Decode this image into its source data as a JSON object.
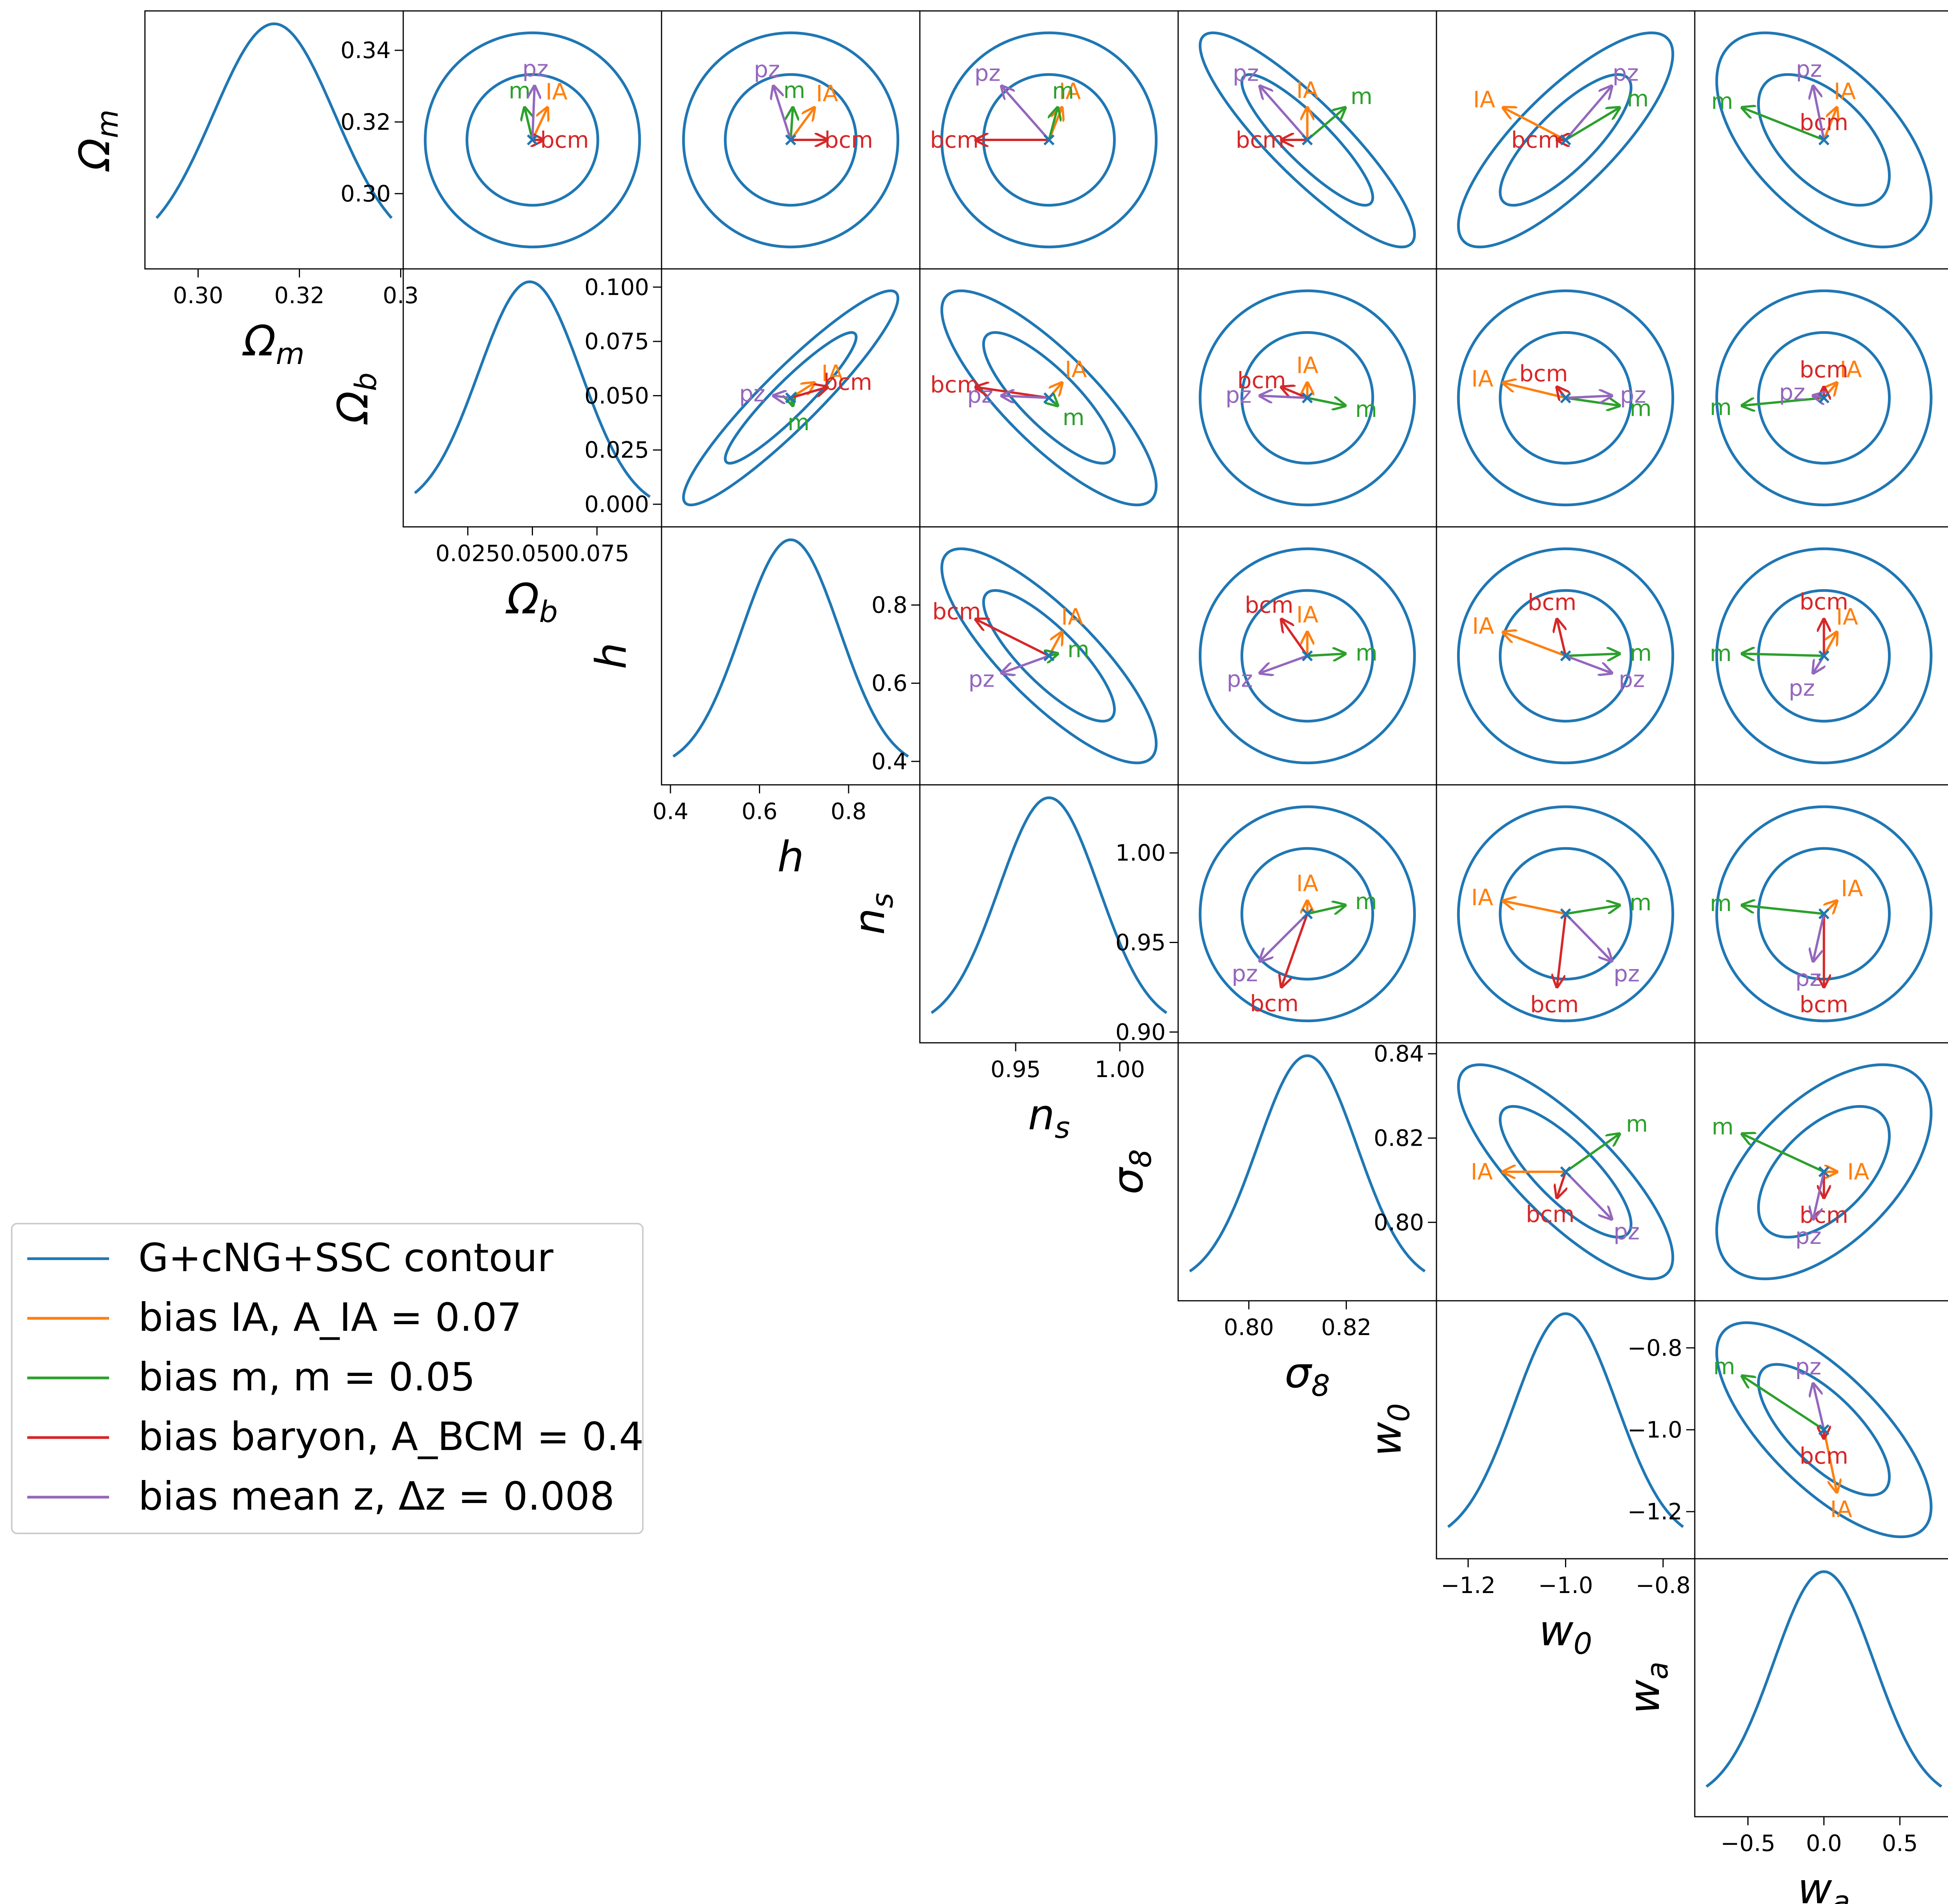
{
  "chart_data": {
    "type": "corner",
    "params": [
      {
        "name": "Ωm",
        "sub": "m",
        "base": "Ω",
        "mean": 0.315,
        "sigma": 0.012,
        "xlim": [
          0.2895,
          0.3405
        ],
        "ticks": [
          0.3,
          0.32,
          0.34
        ],
        "tick_labels": [
          "0.30",
          "0.32",
          "0.3"
        ],
        "ytick_labels": [
          "0.30",
          "0.32",
          "0.34"
        ]
      },
      {
        "name": "Ωb",
        "sub": "b",
        "base": "Ω",
        "mean": 0.049,
        "sigma": 0.0198,
        "xlim": [
          0.0,
          0.1
        ],
        "ticks": [
          0.025,
          0.05,
          0.075
        ],
        "tick_labels": [
          "0.025",
          "0.050",
          "0.075"
        ],
        "ytick_labels": [
          "0.000",
          "0.025",
          "0.050",
          "0.075",
          "0.100"
        ],
        "yticks": [
          0.0,
          0.025,
          0.05,
          0.075,
          0.1
        ]
      },
      {
        "name": "h",
        "sub": "",
        "base": "h",
        "mean": 0.67,
        "sigma": 0.11,
        "xlim": [
          0.38,
          0.96
        ],
        "ticks": [
          0.4,
          0.6,
          0.8
        ],
        "tick_labels": [
          "0.4",
          "0.6",
          "0.8"
        ],
        "ytick_labels": [
          "0.4",
          "0.6",
          "0.8"
        ]
      },
      {
        "name": "ns",
        "sub": "s",
        "base": "n",
        "mean": 0.966,
        "sigma": 0.024,
        "xlim": [
          0.904,
          1.028
        ],
        "ticks": [
          0.95,
          1.0
        ],
        "tick_labels": [
          "0.95",
          "1.00"
        ],
        "ytick_labels": [
          "0.90",
          "0.95",
          "1.00"
        ],
        "yticks": [
          0.9,
          0.95,
          1.0
        ]
      },
      {
        "name": "σ8",
        "sub": "8",
        "base": "σ",
        "mean": 0.812,
        "sigma": 0.0102,
        "xlim": [
          0.7855,
          0.8385
        ],
        "ticks": [
          0.8,
          0.82
        ],
        "tick_labels": [
          "0.80",
          "0.82"
        ],
        "ytick_labels": [
          "0.80",
          "0.82",
          "0.84"
        ],
        "yticks": [
          0.8,
          0.82,
          0.84
        ]
      },
      {
        "name": "w0",
        "sub": "0",
        "base": "w",
        "mean": -1.0,
        "sigma": 0.105,
        "xlim": [
          -1.265,
          -0.735
        ],
        "ticks": [
          -1.2,
          -1.0,
          -0.8
        ],
        "tick_labels": [
          "−1.2",
          "−1.0",
          "−0.8"
        ],
        "ytick_labels": [
          "−1.2",
          "−1.0",
          "−0.8"
        ]
      },
      {
        "name": "wa",
        "sub": "a",
        "base": "w",
        "mean": 0.0,
        "sigma": 0.33,
        "xlim": [
          -0.85,
          0.85
        ],
        "ticks": [
          -0.5,
          0.0,
          0.5
        ],
        "tick_labels": [
          "−0.5",
          "0.0",
          "0.5"
        ],
        "ytick_labels": []
      }
    ],
    "correlation": [
      [
        1.0,
        0.0,
        0.0,
        0.0,
        -0.88,
        0.8,
        -0.55
      ],
      [
        0.0,
        1.0,
        0.93,
        -0.82,
        0.0,
        0.0,
        0.0
      ],
      [
        0.0,
        0.93,
        1.0,
        -0.82,
        0.0,
        0.0,
        0.0
      ],
      [
        0.0,
        -0.82,
        -0.82,
        1.0,
        0.0,
        0.0,
        0.0
      ],
      [
        -0.88,
        0.0,
        0.0,
        0.0,
        1.0,
        -0.8,
        0.55
      ],
      [
        0.8,
        0.0,
        0.0,
        0.0,
        -0.8,
        1.0,
        -0.72
      ],
      [
        -0.55,
        0.0,
        0.0,
        0.0,
        0.55,
        -0.72,
        1.0
      ]
    ],
    "contour_levels_sigma": [
      1.52,
      2.49
    ],
    "biases": [
      {
        "label": "IA",
        "color": "#ff7f0e",
        "shift_sigma": [
          0.75,
          0.35,
          0.55,
          0.3,
          0.0,
          -1.45,
          0.3
        ]
      },
      {
        "label": "m",
        "color": "#2ca02c",
        "shift_sigma": [
          0.75,
          -0.18,
          0.05,
          0.2,
          0.88,
          1.25,
          -1.9
        ]
      },
      {
        "label": "bcm",
        "color": "#d62728",
        "shift_sigma": [
          0.0,
          0.25,
          0.85,
          -1.7,
          -0.6,
          -0.2,
          0.0
        ]
      },
      {
        "label": "pz",
        "color": "#9467bd",
        "shift_sigma": [
          1.25,
          0.05,
          -0.4,
          -1.1,
          -1.1,
          1.07,
          -0.25
        ]
      }
    ],
    "contour_color": "#1f77b4",
    "mean_marker": "x",
    "legend": {
      "placement": "lower-left",
      "entries": [
        {
          "color": "#1f77b4",
          "text": "G+cNG+SSC contour"
        },
        {
          "color": "#ff7f0e",
          "text": "bias IA, A_IA = 0.07"
        },
        {
          "color": "#2ca02c",
          "text": "bias m, m = 0.05"
        },
        {
          "color": "#d62728",
          "text": "bias baryon, A_BCM = 0.4"
        },
        {
          "color": "#9467bd",
          "text": "bias mean z, Δz = 0.008"
        }
      ]
    }
  }
}
